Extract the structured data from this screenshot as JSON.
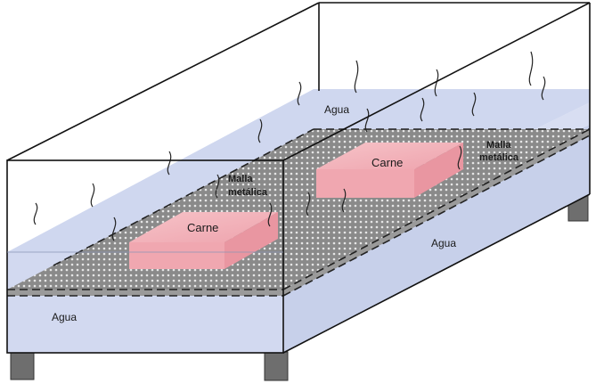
{
  "diagram": {
    "labels": {
      "agua_top": "Agua",
      "agua_right": "Agua",
      "agua_front": "Agua",
      "malla_left_line1": "Malla",
      "malla_left_line2": "metálica",
      "malla_right_line1": "Malla",
      "malla_right_line2": "metálica",
      "carne_left": "Carne",
      "carne_right": "Carne"
    },
    "colors": {
      "water": "#c9d3ec",
      "water_front": "#d3daf0",
      "mesh": "#8c8c8c",
      "meat_top": "#f3b3ba",
      "meat_side": "#e89aa4",
      "legs": "#6f6f6f",
      "outline": "#111111"
    }
  }
}
